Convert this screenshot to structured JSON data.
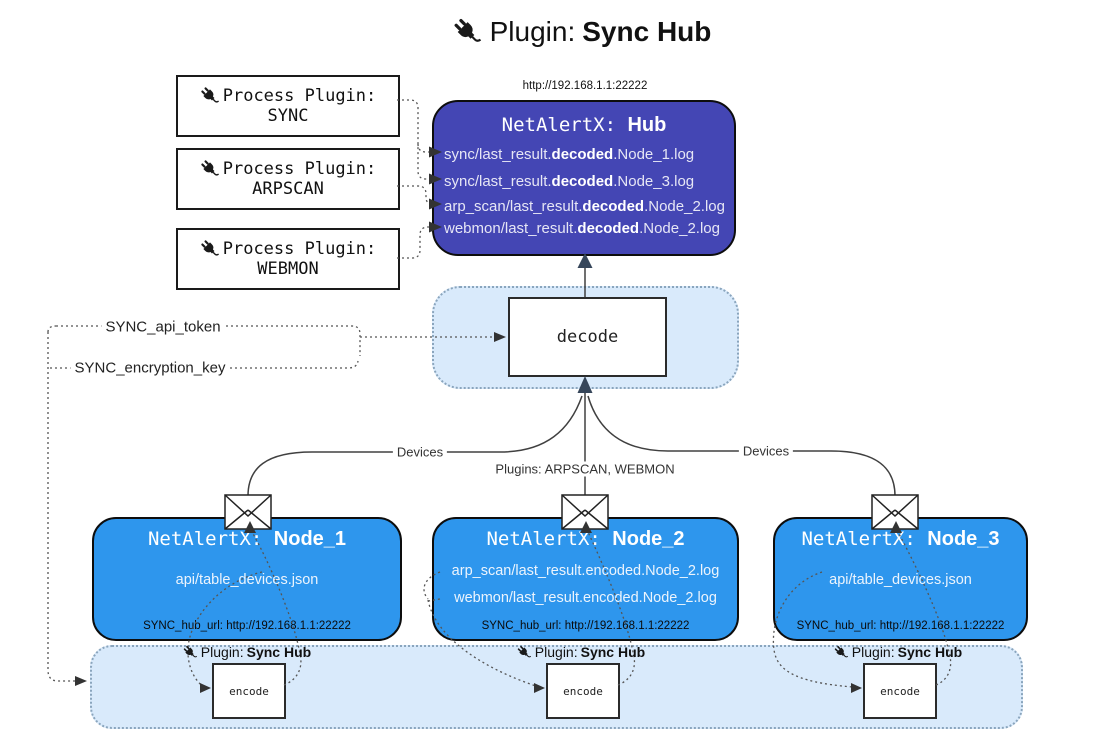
{
  "title": {
    "prefix": "Plugin:",
    "name": "Sync Hub"
  },
  "process_plugins": [
    {
      "label": "Process Plugin:",
      "name": "SYNC"
    },
    {
      "label": "Process Plugin:",
      "name": "ARPSCAN"
    },
    {
      "label": "Process Plugin:",
      "name": "WEBMON"
    }
  ],
  "hub": {
    "url": "http://192.168.1.1:22222",
    "title_prefix": "NetAlertX: ",
    "title_name": "Hub",
    "logs": [
      {
        "pre": "sync/last_result.",
        "bold": "decoded",
        "post": ".Node_1.log"
      },
      {
        "pre": "sync/last_result.",
        "bold": "decoded",
        "post": ".Node_3.log"
      },
      {
        "pre": "arp_scan/last_result.",
        "bold": "decoded",
        "post": ".Node_2.log"
      },
      {
        "pre": "webmon/last_result.",
        "bold": "decoded",
        "post": ".Node_2.log"
      }
    ]
  },
  "decode": {
    "label": "decode"
  },
  "secrets": {
    "api_token": "SYNC_api_token",
    "encryption_key": "SYNC_encryption_key"
  },
  "edges": {
    "devices_left": "Devices",
    "devices_right": "Devices",
    "plugins_middle": "Plugins: ARPSCAN, WEBMON"
  },
  "nodes": [
    {
      "title_prefix": "NetAlertX: ",
      "title_name": "Node_1",
      "files": [
        "api/table_devices.json"
      ],
      "hub_url": "SYNC_hub_url: http://192.168.1.1:22222"
    },
    {
      "title_prefix": "NetAlertX: ",
      "title_name": "Node_2",
      "files": [
        "arp_scan/last_result.encoded.Node_2.log",
        "webmon/last_result.encoded.Node_2.log"
      ],
      "hub_url": "SYNC_hub_url: http://192.168.1.1:22222"
    },
    {
      "title_prefix": "NetAlertX: ",
      "title_name": "Node_3",
      "files": [
        "api/table_devices.json"
      ],
      "hub_url": "SYNC_hub_url: http://192.168.1.1:22222"
    }
  ],
  "encoders": [
    {
      "label_prefix": "Plugin:",
      "label_name": "Sync Hub",
      "box_label": "encode"
    },
    {
      "label_prefix": "Plugin:",
      "label_name": "Sync Hub",
      "box_label": "encode"
    },
    {
      "label_prefix": "Plugin:",
      "label_name": "Sync Hub",
      "box_label": "encode"
    }
  ],
  "icons": {
    "plug": "plug-icon",
    "envelope": "envelope-icon"
  },
  "colors": {
    "hub_fill": "#4446b4",
    "node_fill": "#2e96ed",
    "zone_fill": "#d9eafb",
    "zone_border": "#8aa5bd",
    "line": "#404040",
    "arrow_dark": "#36465a"
  }
}
